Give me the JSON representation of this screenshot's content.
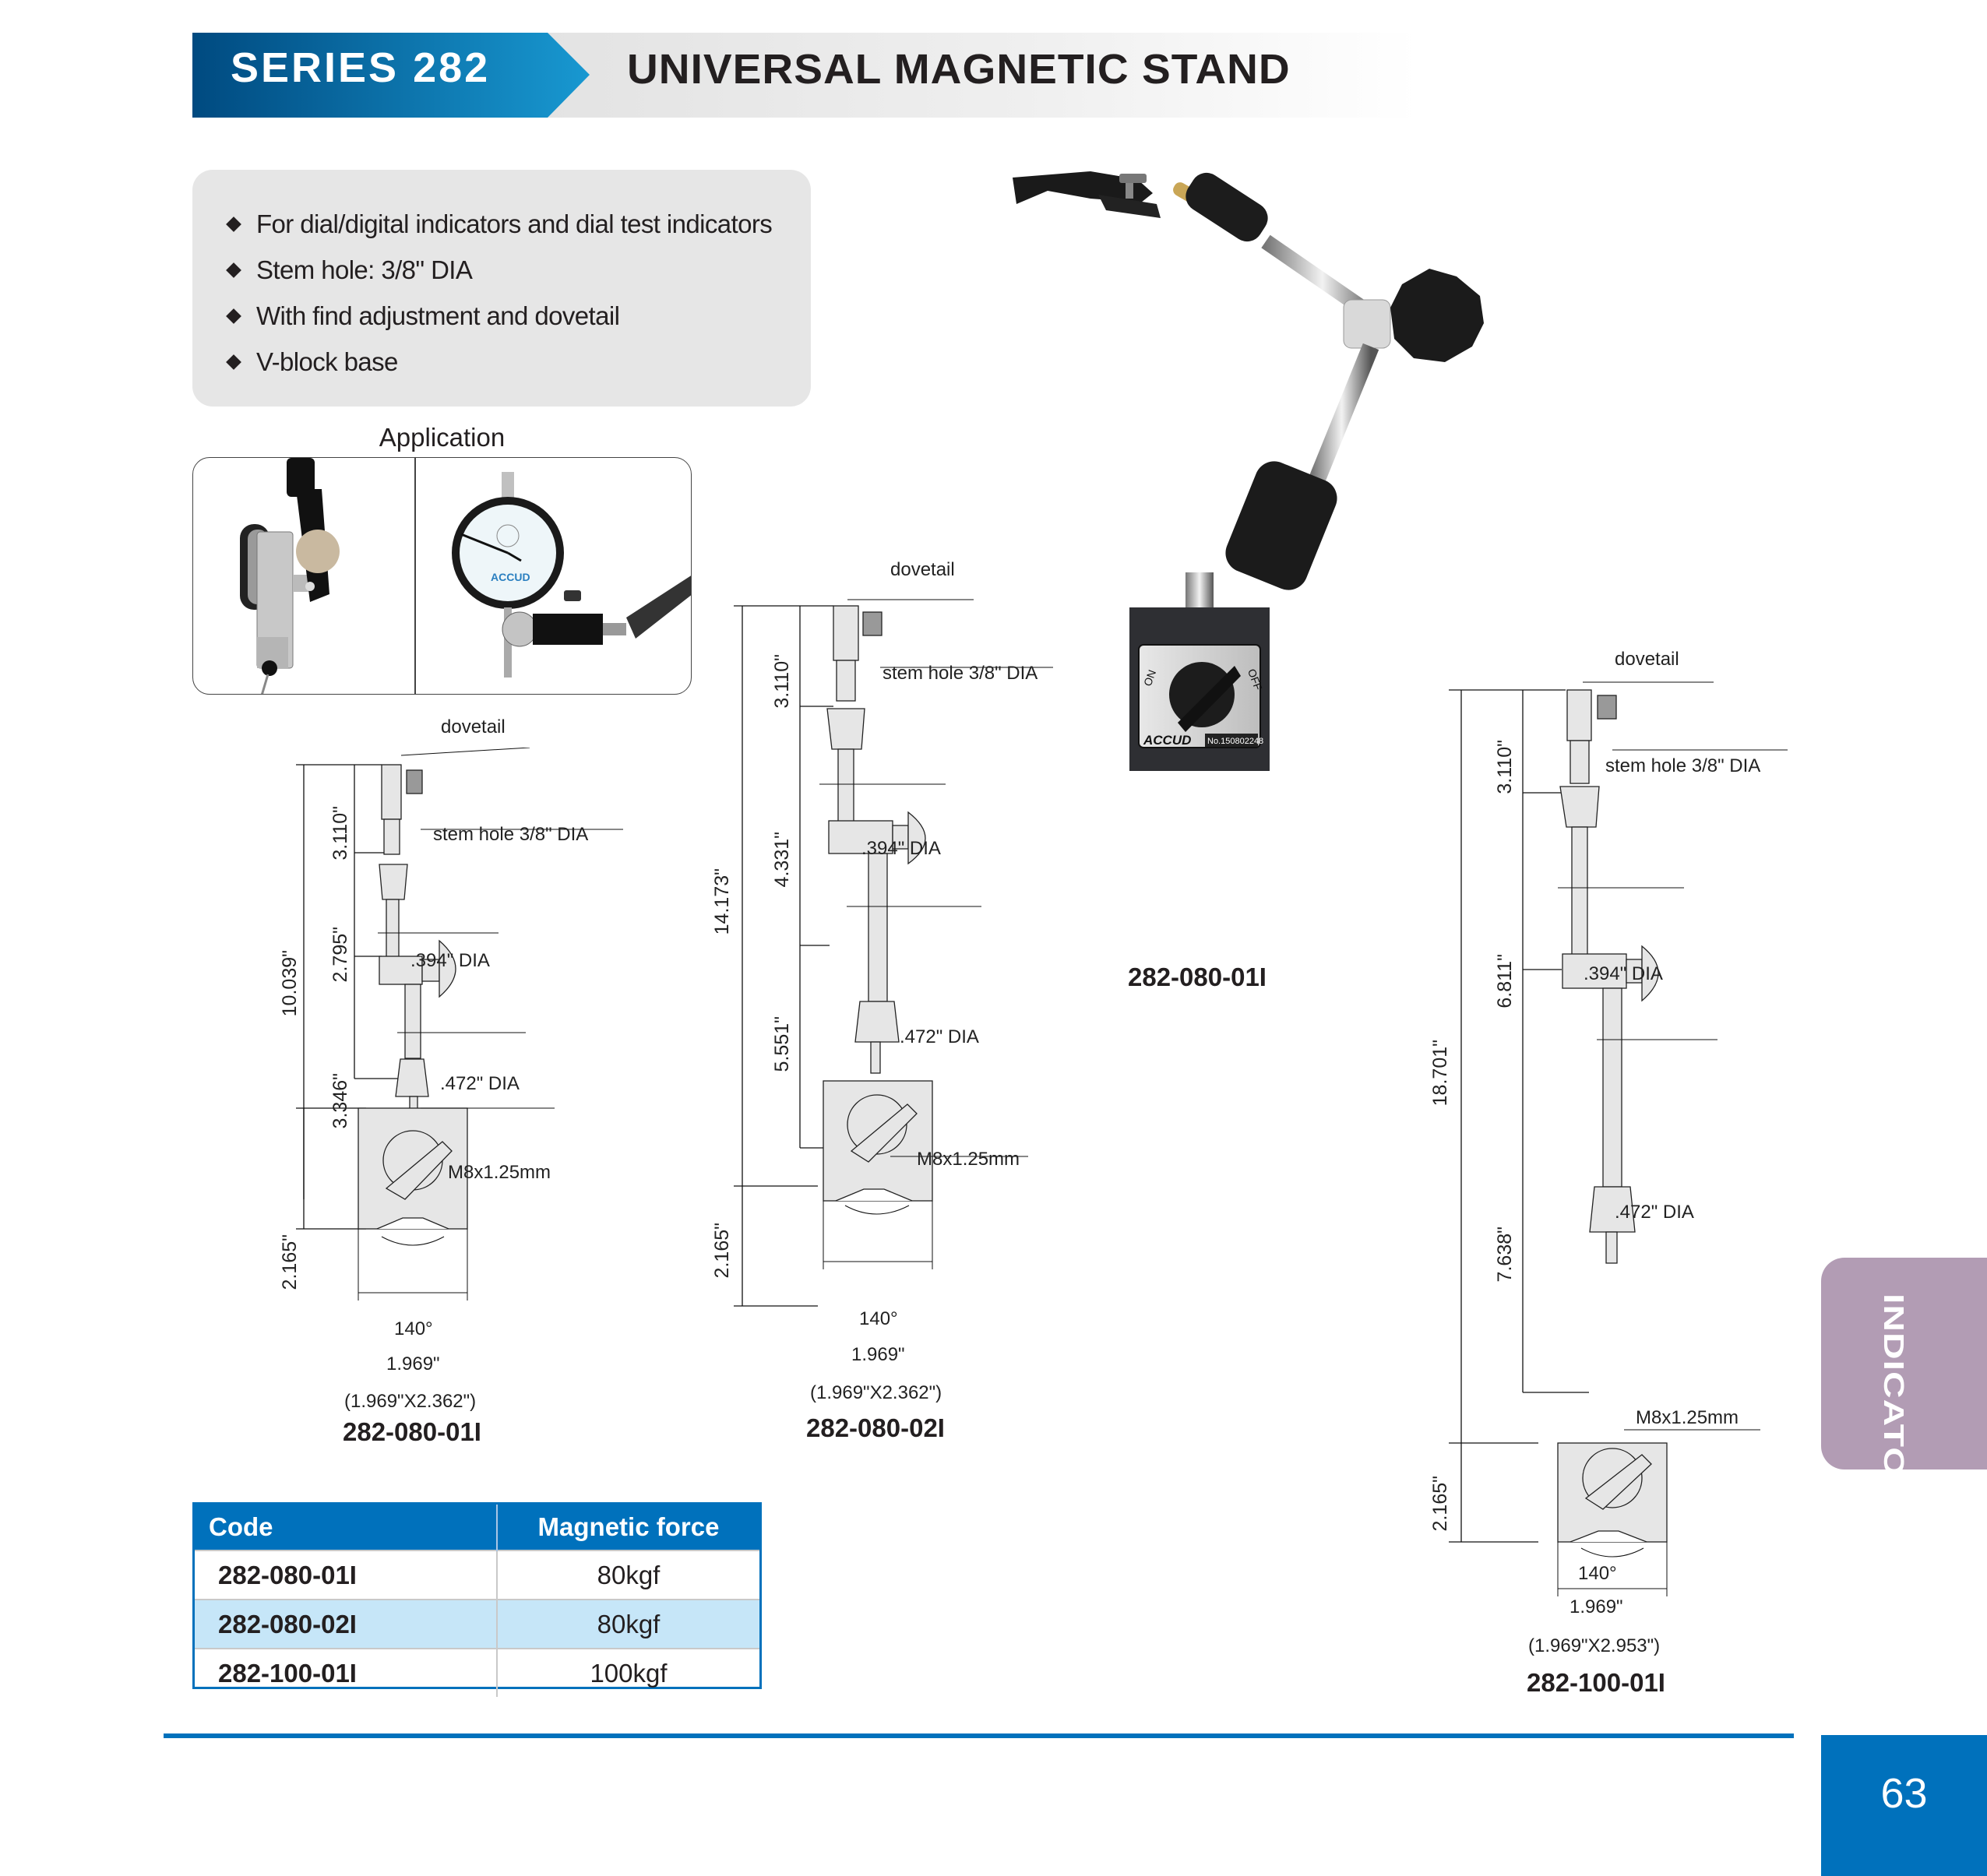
{
  "header": {
    "series": "SERIES 282",
    "title": "UNIVERSAL MAGNETIC STAND",
    "colors": {
      "blue_dark": "#004a80",
      "blue_light": "#1898d1",
      "gray": "#e3e3e3"
    }
  },
  "features": [
    "For dial/digital indicators and dial test indicators",
    "Stem hole: 3/8\" DIA",
    "With find adjustment and dovetail",
    "V-block base"
  ],
  "application": {
    "label": "Application",
    "images": [
      "dial-test-indicator-photo",
      "dial-indicator-photo"
    ],
    "dial_brand": "ACCUD"
  },
  "photo": {
    "brand": "ACCUD",
    "serial": "No.150802248",
    "switch_on": "ON",
    "switch_off": "OFF",
    "code": "282-080-01I"
  },
  "drawings": [
    {
      "code": "282-080-01I",
      "base_size": "(1.969\"X2.362\")",
      "total_height": "10.039\"",
      "segments": [
        "3.110\"",
        "2.795\"",
        "3.346\""
      ],
      "base_height": "2.165\"",
      "base_width": "1.969\"",
      "angle": "140°",
      "callouts": {
        "dovetail": "dovetail",
        "stem_hole": "stem hole 3/8\" DIA",
        "upper_rod": ".394\" DIA",
        "lower_rod": ".472\" DIA",
        "thread": "M8x1.25mm"
      }
    },
    {
      "code": "282-080-02I",
      "base_size": "(1.969\"X2.362\")",
      "total_height": "14.173\"",
      "segments": [
        "3.110\"",
        "4.331\"",
        "5.551\""
      ],
      "base_height": "2.165\"",
      "base_width": "1.969\"",
      "angle": "140°",
      "callouts": {
        "dovetail": "dovetail",
        "stem_hole": "stem hole 3/8\" DIA",
        "upper_rod": ".394\" DIA",
        "lower_rod": ".472\" DIA",
        "thread": "M8x1.25mm"
      }
    },
    {
      "code": "282-100-01I",
      "base_size": "(1.969\"X2.953\")",
      "total_height": "18.701\"",
      "segments": [
        "3.110\"",
        "6.811\"",
        "7.638\""
      ],
      "base_height": "2.165\"",
      "base_width": "1.969\"",
      "angle": "140°",
      "callouts": {
        "dovetail": "dovetail",
        "stem_hole": "stem hole 3/8\" DIA",
        "upper_rod": ".394\" DIA",
        "lower_rod": ".472\" DIA",
        "thread": "M8x1.25mm"
      }
    }
  ],
  "spec_table": {
    "headers": [
      "Code",
      "Magnetic force"
    ],
    "rows": [
      [
        "282-080-01I",
        "80kgf"
      ],
      [
        "282-080-02I",
        "80kgf"
      ],
      [
        "282-100-01I",
        "100kgf"
      ]
    ]
  },
  "side_tab": {
    "label": "INDICATOR",
    "color": "#b29cb4"
  },
  "footer": {
    "page_number": "63",
    "color": "#0071bc"
  }
}
